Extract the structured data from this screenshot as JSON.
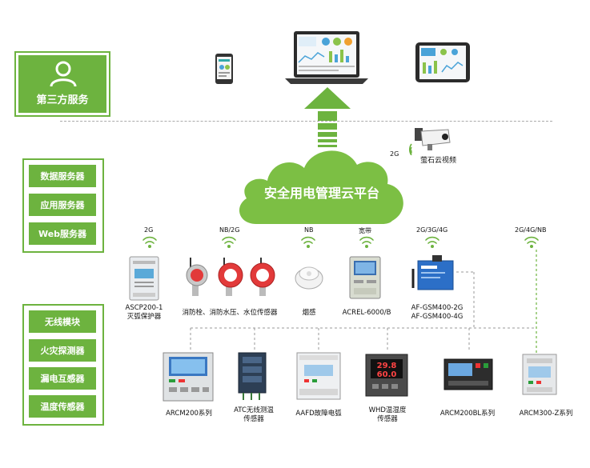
{
  "third_party": {
    "label": "第三方服务",
    "icon": "user-icon"
  },
  "servers": [
    "数据服务器",
    "应用服务器",
    "Web服务器"
  ],
  "terminals": [
    "无线模块",
    "火灾探测器",
    "漏电互感器",
    "温度传感器"
  ],
  "cloud": {
    "label": "安全用电管理云平台"
  },
  "camera": {
    "signal": "2G",
    "label": "萤石云视频"
  },
  "field_devices": [
    {
      "signal": "2G",
      "label1": "ASCP200-1",
      "label2": "灭弧保护器"
    },
    {
      "signal": "NB/2G",
      "label1": "消防栓、消防水压、水位传感器",
      "label2": ""
    },
    {
      "signal": "NB",
      "label1": "烟感",
      "label2": ""
    },
    {
      "signal": "宽带",
      "label1": "ACREL-6000/B",
      "label2": ""
    },
    {
      "signal": "2G/3G/4G",
      "label1": "AF-GSM400-2G",
      "label2": "AF-GSM400-4G"
    },
    {
      "signal": "2G/4G/NB",
      "label1": "",
      "label2": ""
    }
  ],
  "bottom_devices": [
    {
      "label1": "ARCM200系列",
      "label2": ""
    },
    {
      "label1": "ATC无线测温",
      "label2": "传感器"
    },
    {
      "label1": "AAFD故障电弧",
      "label2": ""
    },
    {
      "label1": "WHD温湿度",
      "label2": "传感器"
    },
    {
      "label1": "ARCM200BL系列",
      "label2": ""
    },
    {
      "label1": "ARCM300-Z系列",
      "label2": ""
    }
  ],
  "meter_display": {
    "line1": "29.8",
    "line2": "60.0"
  },
  "colors": {
    "green": "#6db33f",
    "dashed": "#999999",
    "blue": "#1f6fd1"
  }
}
